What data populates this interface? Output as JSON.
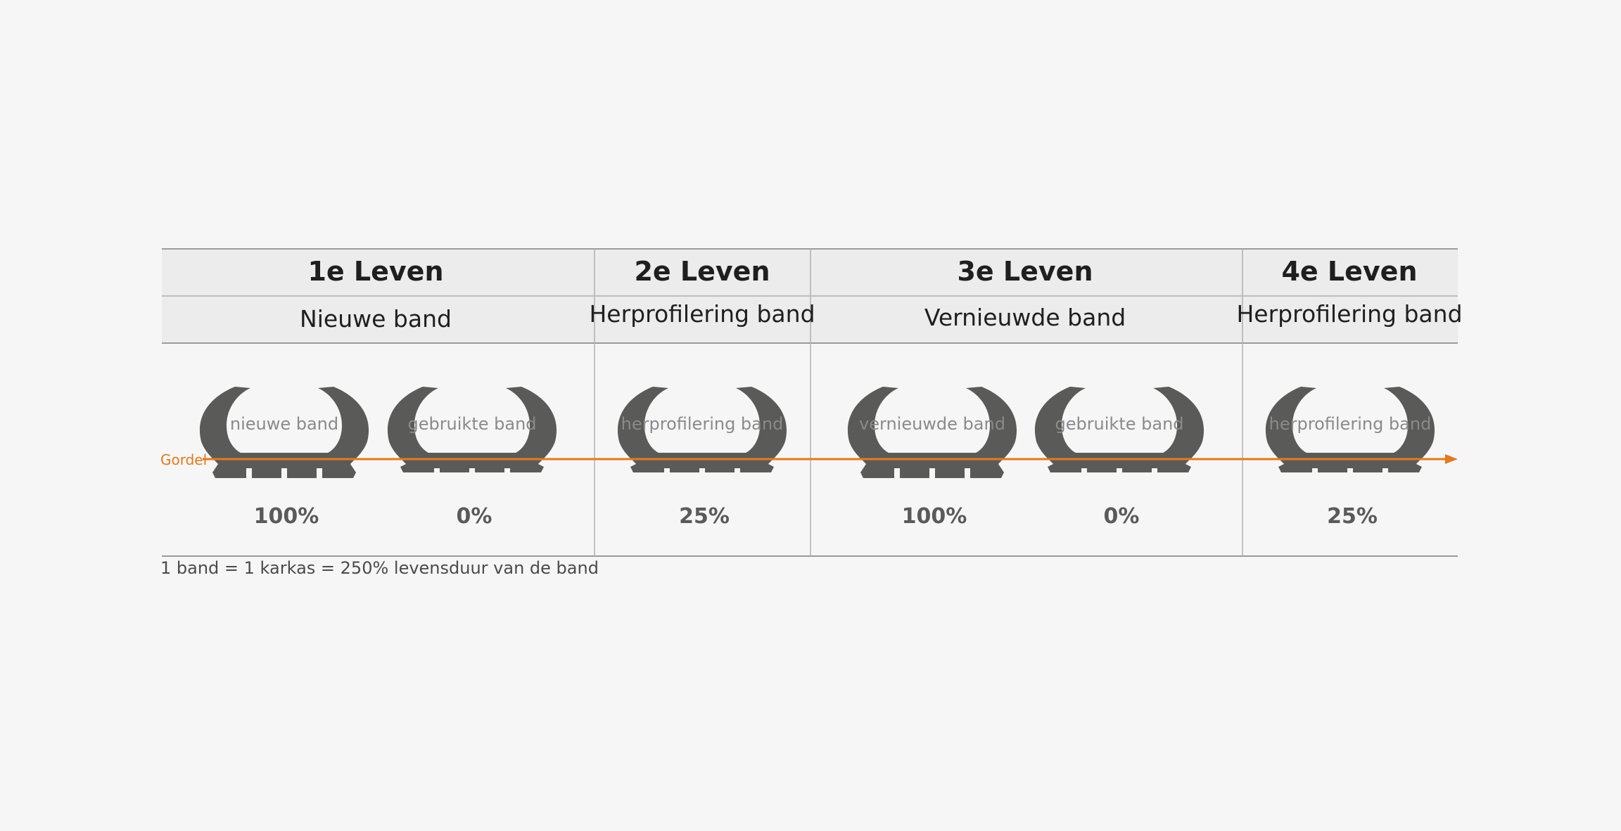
{
  "colors": {
    "background": "#f6f6f6",
    "header_fill": "#ececec",
    "tire": "#5a5a59",
    "arrow": "#e07b1f",
    "grid_line": "#9a9a9a"
  },
  "lives": [
    {
      "title": "1e Leven",
      "band_type": "Nieuwe band"
    },
    {
      "title": "2e Leven",
      "band_type": "Herprofilering band"
    },
    {
      "title": "3e Leven",
      "band_type": "Vernieuwde band"
    },
    {
      "title": "4e Leven",
      "band_type": "Herprofilering band"
    }
  ],
  "tires": [
    {
      "label": "nieuwe band",
      "percent": "100%",
      "life": 1,
      "tread": "full"
    },
    {
      "label": "gebruikte band",
      "percent": "0%",
      "life": 1,
      "tread": "worn"
    },
    {
      "label": "herprofilering band",
      "percent": "25%",
      "life": 2,
      "tread": "worn"
    },
    {
      "label": "vernieuwde band",
      "percent": "100%",
      "life": 3,
      "tread": "full"
    },
    {
      "label": "gebruikte band",
      "percent": "0%",
      "life": 3,
      "tread": "worn"
    },
    {
      "label": "herprofilering band",
      "percent": "25%",
      "life": 4,
      "tread": "worn"
    }
  ],
  "belt_label": "Gordel",
  "footnote": "1 band = 1 karkas = 250% levensduur van de band"
}
